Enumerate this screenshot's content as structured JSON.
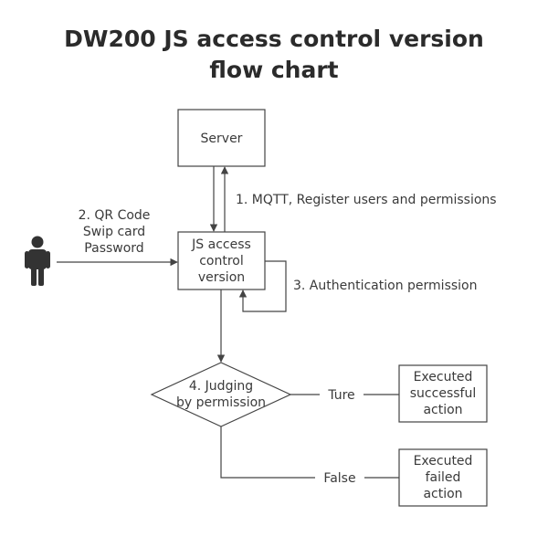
{
  "title": {
    "line1": "DW200 JS access control version",
    "line2": "flow chart"
  },
  "nodes": {
    "server": "Server",
    "js_access": [
      "JS access",
      "control",
      "version"
    ],
    "judging": [
      "4. Judging",
      "by permission"
    ],
    "executed_success": [
      "Executed",
      "successful",
      "action"
    ],
    "executed_failed": [
      "Executed",
      "failed",
      "action"
    ]
  },
  "edges": {
    "mqtt": "1. MQTT, Register users and permissions",
    "input": [
      "2. QR Code",
      "Swip card",
      "Password"
    ],
    "auth": "3. Authentication permission",
    "true_label": "Ture",
    "false_label": "False"
  },
  "colors": {
    "stroke": "#444444",
    "text": "#3a3a3a",
    "person": "#333333"
  }
}
